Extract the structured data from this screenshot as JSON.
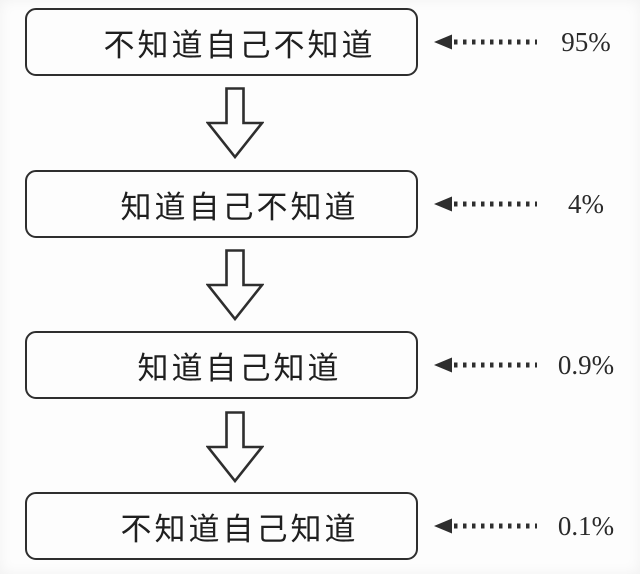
{
  "diagram": {
    "title": "knowledge-awareness-funnel",
    "background_color": "#fdfdfd",
    "ink_color": "#2e2e2e",
    "rows": [
      {
        "label": "不知道自己不知道",
        "percent": "95%"
      },
      {
        "label": "知道自己不知道",
        "percent": "4%"
      },
      {
        "label": "知道自己知道",
        "percent": "0.9%"
      },
      {
        "label": "不知道自己知道",
        "percent": "0.1%"
      }
    ]
  }
}
